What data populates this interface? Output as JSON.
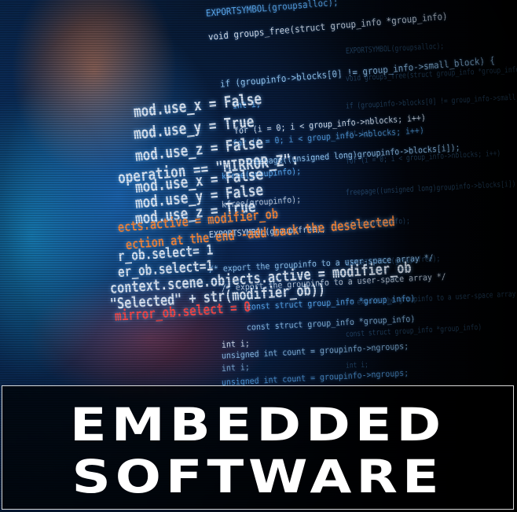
{
  "banner": {
    "line1": "EMBEDDED",
    "line2": "SOFTWARE"
  },
  "code_lines": [
    "EXPORTSYMBOL(groupsalloc);",
    "void groups_free(struct group_info *group_info)",
    "if (groupinfo->blocks[0] != group_info->small_block) {",
    "int i;",
    "for (i = 0; i < group_info->nblocks; i++)",
    "freepage((unsigned long)groupinfo->blocks[i]);",
    "kfree(groupinfo);",
    "EXPORTSYMBOL(groupsfree);",
    "/* export the groupinfo to a user-space array */",
    "const struct group_info *group_info)",
    "int i;",
    "unsigned int count = groupinfo->ngroups;",
    "mod.use_x = False",
    "mod.use_y = True",
    "mod.use_z = False",
    "operation == \"MIRROR_Z\":",
    "mod.use_x = False",
    "mod.use_y = False",
    "mod.use_z = True",
    "ects.active = modifier_ob",
    "ection at the end -add back the deselected",
    "r_ob.select= 1",
    "er_ob.select=1",
    "context.scene.objects.active = modifier_ob",
    "\"Selected\" + str(modifier_ob))",
    "mirror_ob.select = 0"
  ],
  "colors": {
    "banner_bg": "#000000",
    "banner_border": "#d8d8d8",
    "title": "#ffffff",
    "code_white": "#e8f2ff",
    "code_blue": "#5fb4ff",
    "code_orange": "#ff8a3a",
    "code_red": "#ff4a4a"
  }
}
